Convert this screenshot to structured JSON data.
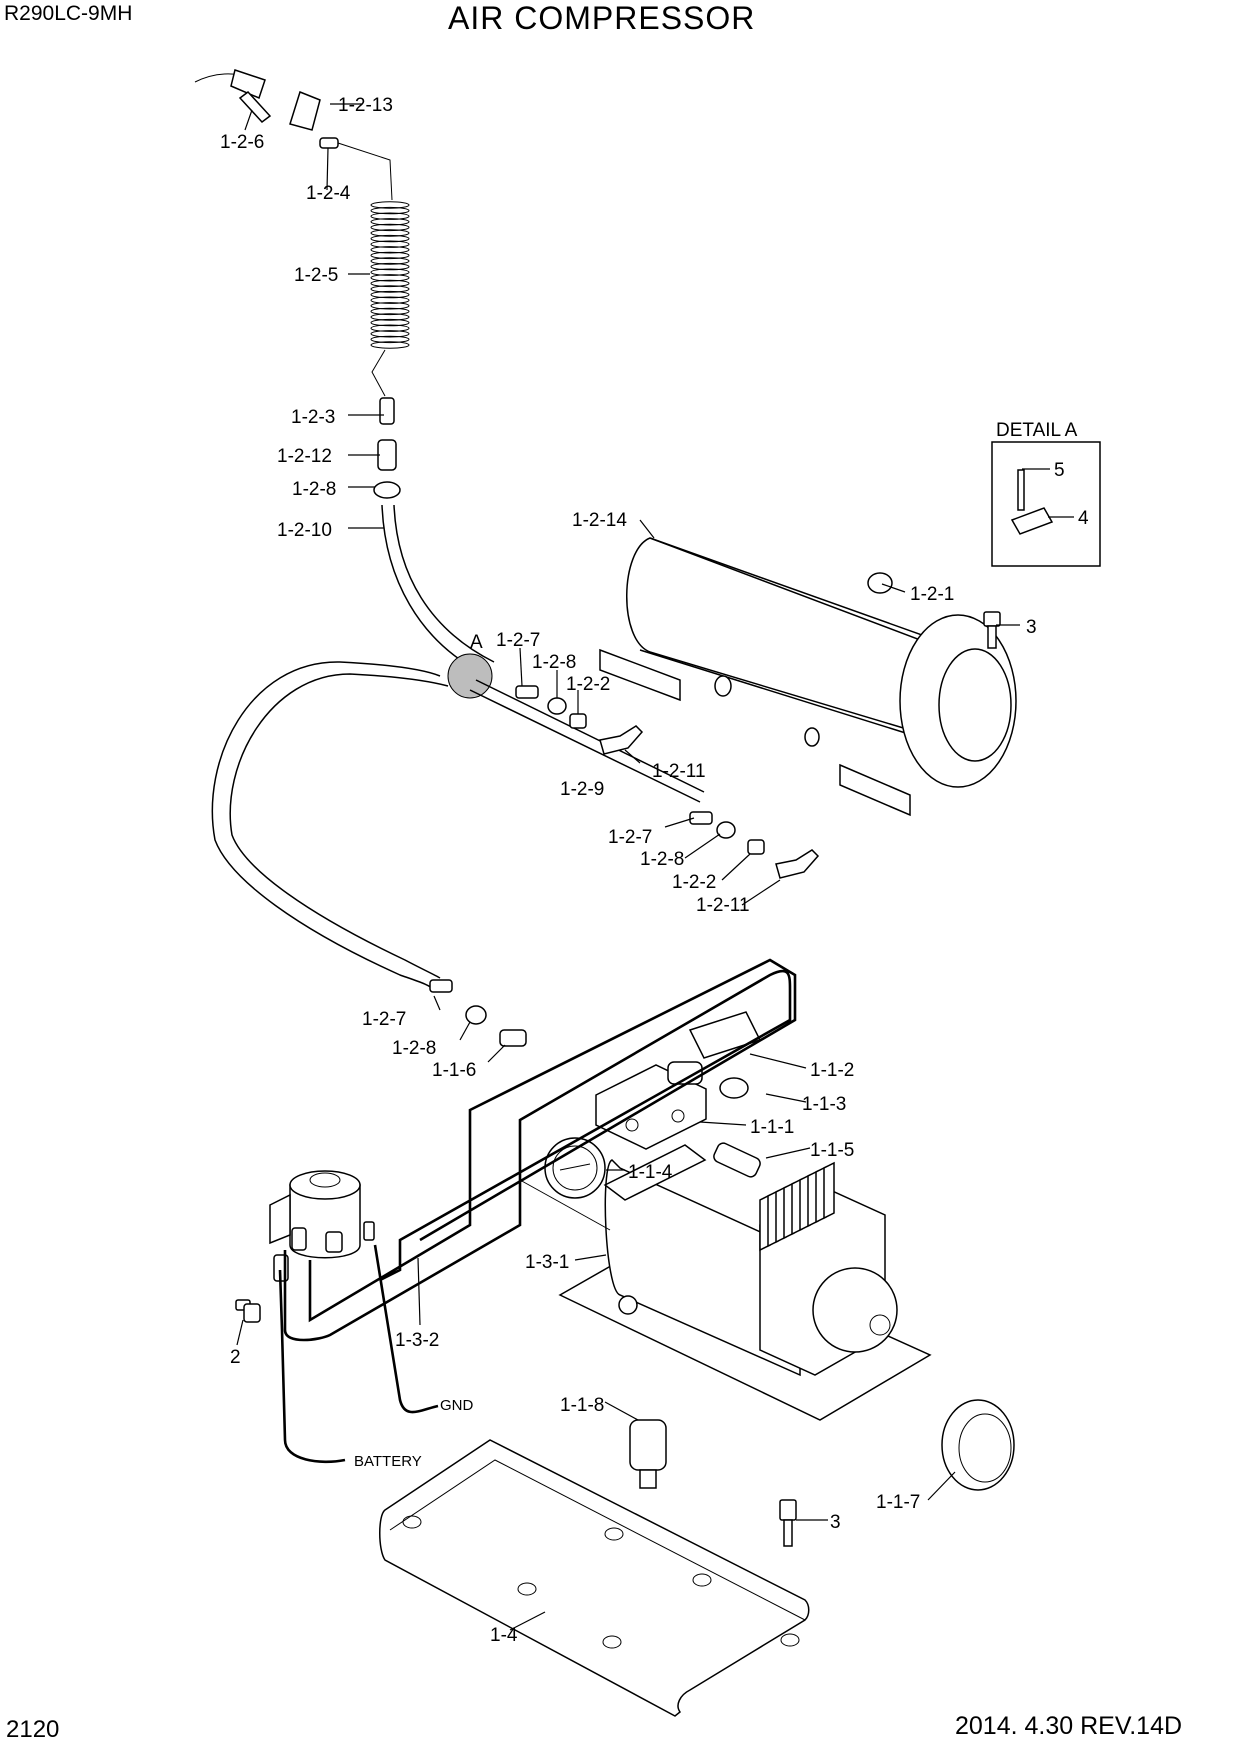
{
  "header": {
    "model": "R290LC-9MH",
    "title": "AIR COMPRESSOR"
  },
  "footer": {
    "page_number": "2120",
    "date_rev": "2014. 4.30  REV.14D"
  },
  "detail": {
    "title": "DETAIL A",
    "marker": "A"
  },
  "wire_labels": {
    "gnd": "GND",
    "battery": "BATTERY"
  },
  "callouts": [
    "1-2-13",
    "1-2-6",
    "1-2-4",
    "1-2-5",
    "1-2-3",
    "1-2-12",
    "1-2-8",
    "1-2-10",
    "1-2-14",
    "1-2-1",
    "3",
    "5",
    "4",
    "1-2-7",
    "1-2-8",
    "1-2-2",
    "1-2-11",
    "1-2-9",
    "1-2-7",
    "1-2-8",
    "1-2-2",
    "1-2-11",
    "1-2-7",
    "1-2-8",
    "1-1-6",
    "1-1-2",
    "1-1-3",
    "1-1-1",
    "1-1-5",
    "1-1-4",
    "1-3-1",
    "1-3-2",
    "2",
    "1-1-8",
    "1-1-7",
    "3",
    "1-4"
  ]
}
